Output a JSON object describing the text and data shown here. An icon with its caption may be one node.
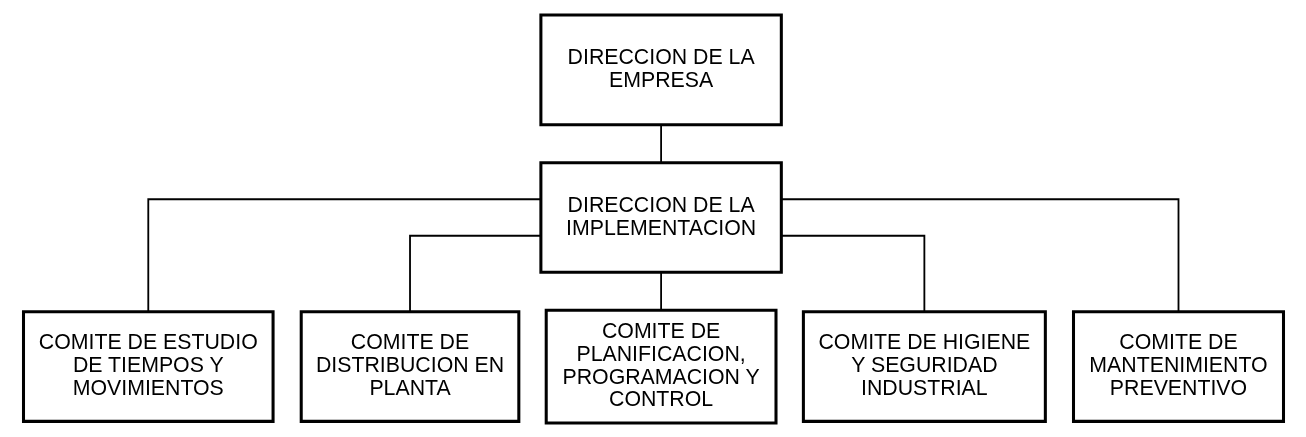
{
  "diagram": {
    "nodes": [
      {
        "text": [
          "DIRECCION DE LA EMPRESA"
        ]
      },
      {
        "text": [
          "DIRECCION DE LA IMPLEMENTACION"
        ]
      },
      {
        "text": [
          "COMITE DE ESTUDIO DE TIEMPOS Y MOVIMIENTOS"
        ]
      },
      {
        "text": [
          "COMITE DE DISTRIBUCION EN PLANTA"
        ]
      },
      {
        "text": [
          "COMITE DE PLANIFICACION, PROGRAMACION Y CONTROL"
        ]
      },
      {
        "text": [
          "COMITE DE HIGIENE Y SEGURIDAD INDUSTRIAL"
        ]
      },
      {
        "text": [
          "COMITE DE MANTENIMIENTO PREVENTIVO"
        ]
      }
    ],
    "edges": [
      {
        "from": 0,
        "to": 1,
        "arrow": "none"
      },
      {
        "from": 1,
        "to": 2,
        "arrow": "none"
      },
      {
        "from": 1,
        "to": 3,
        "arrow": "none"
      },
      {
        "from": 1,
        "to": 4,
        "arrow": "none"
      },
      {
        "from": 1,
        "to": 5,
        "arrow": "none"
      },
      {
        "from": 1,
        "to": 6,
        "arrow": "none"
      }
    ]
  }
}
